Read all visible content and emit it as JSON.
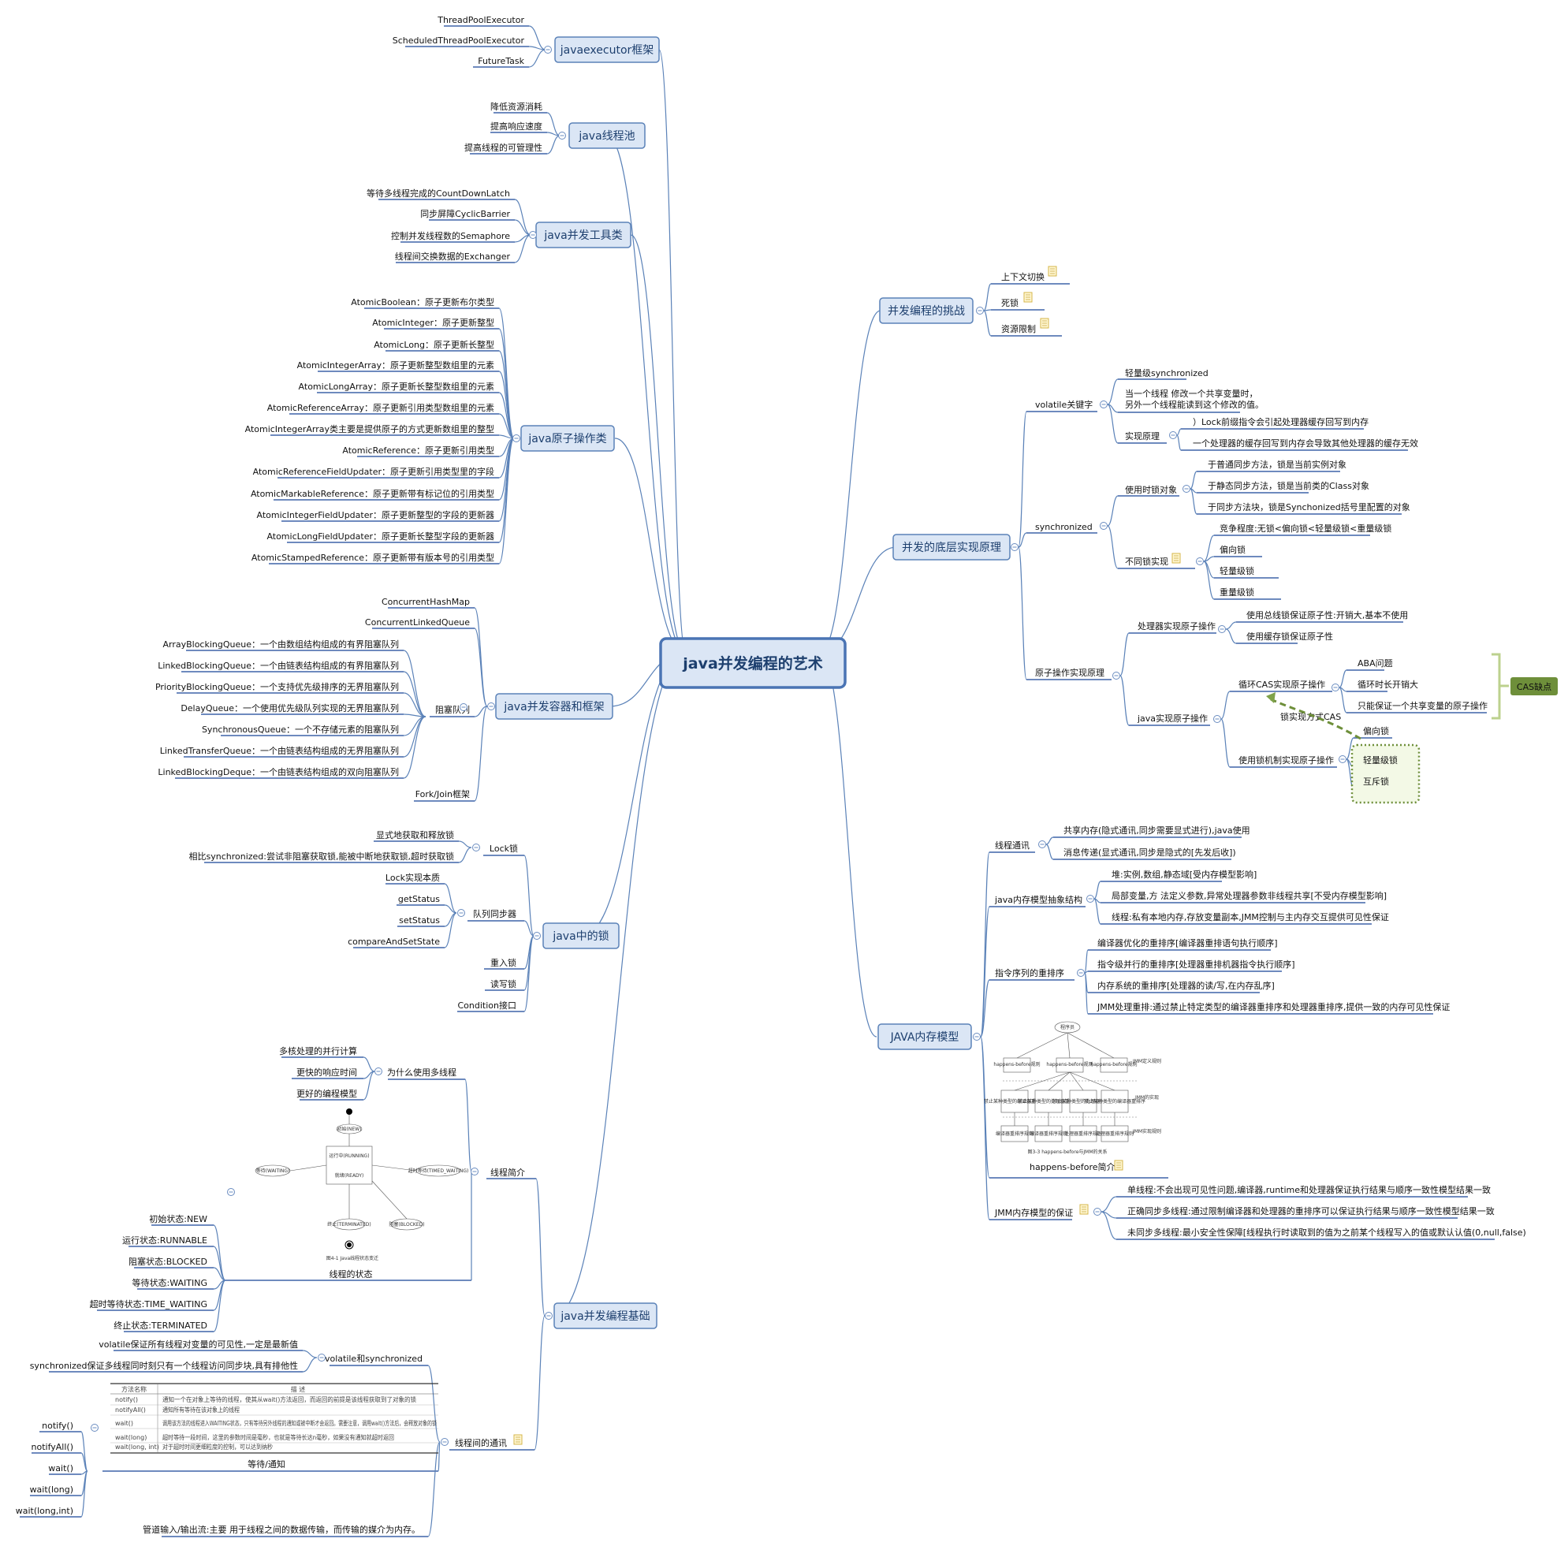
{
  "root": {
    "label": "java并发编程的艺术"
  },
  "left_branches": [
    {
      "label": "javaexecutor框架",
      "leaves": [
        "ThreadPoolExecutor",
        "ScheduledThreadPoolExecutor",
        "FutureTask"
      ]
    },
    {
      "label": "java线程池",
      "leaves": [
        "降低资源消耗",
        "提高响应速度",
        "提高线程的可管理性"
      ]
    },
    {
      "label": "java并发工具类",
      "leaves": [
        "等待多线程完成的CountDownLatch",
        "同步屏障CyclicBarrier",
        "控制并发线程数的Semaphore",
        "线程间交换数据的Exchanger"
      ]
    },
    {
      "label": "java原子操作类",
      "leaves": [
        "AtomicBoolean：原子更新布尔类型",
        "AtomicInteger：原子更新整型",
        "AtomicLong：原子更新长整型",
        "AtomicIntegerArray：原子更新整型数组里的元素",
        "AtomicLongArray：原子更新长整型数组里的元素",
        "AtomicReferenceArray：原子更新引用类型数组里的元素",
        "AtomicIntegerArray类主要是提供原子的方式更新数组里的整型",
        "AtomicReference：原子更新引用类型",
        "AtomicReferenceFieldUpdater：原子更新引用类型里的字段",
        "AtomicMarkableReference：原子更新带有标记位的引用类型",
        "AtomicIntegerFieldUpdater：原子更新整型的字段的更新器",
        "AtomicLongFieldUpdater：原子更新长整型字段的更新器",
        "AtomicStampedReference：原子更新带有版本号的引用类型"
      ]
    },
    {
      "label": "java并发容器和框架",
      "top": [
        "ConcurrentHashMap",
        "ConcurrentLinkedQueue"
      ],
      "queue_label": "阻塞队列",
      "queues": [
        "ArrayBlockingQueue：一个由数组结构组成的有界阻塞队列",
        "LinkedBlockingQueue：一个由链表结构组成的有界阻塞队列",
        "PriorityBlockingQueue：一个支持优先级排序的无界阻塞队列",
        "DelayQueue：一个使用优先级队列实现的无界阻塞队列",
        "SynchronousQueue：一个不存储元素的阻塞队列",
        "LinkedTransferQueue：一个由链表结构组成的无界阻塞队列",
        "LinkedBlockingDeque：一个由链表结构组成的双向阻塞队列"
      ],
      "bottom": "Fork/Join框架"
    },
    {
      "label": "java中的锁",
      "lock": {
        "label": "Lock锁",
        "leaves": [
          "显式地获取和释放锁",
          "相比synchronized:尝试非阻塞获取锁,能被中断地获取锁,超时获取锁"
        ]
      },
      "sync": {
        "label": "队列同步器",
        "leaves": [
          "Lock实现本质",
          "getStatus",
          "setStatus",
          "compareAndSetState"
        ]
      },
      "others": [
        "重入锁",
        "读写锁",
        "Condition接口"
      ]
    },
    {
      "label": "java并发编程基础",
      "intro": {
        "label": "线程简介",
        "why": {
          "label": "为什么使用多线程",
          "leaves": [
            "多核处理的并行计算",
            "更快的响应时间",
            "更好的编程模型"
          ]
        },
        "states": {
          "label": "线程的状态",
          "leaves": [
            "初始状态:NEW",
            "运行状态:RUNNABLE",
            "阻塞状态:BLOCKED",
            "等待状态:WAITING",
            "超时等待状态:TIME_WAITING",
            "终止状态:TERMINATED"
          ]
        }
      },
      "comm": {
        "label": "线程间的通讯",
        "vs": {
          "label": "volatile和synchronized",
          "leaves": [
            "volatile保证所有线程对变量的可见性,一定是最新值",
            "synchronized保证多线程同时刻只有一个线程访问同步块,具有排他性"
          ]
        },
        "wait": {
          "label": "等待/通知",
          "leaves": [
            "notify()",
            "notifyAll()",
            "wait()",
            "wait(long)",
            "wait(long,int)"
          ]
        },
        "pipe": "管道输入/输出流:主要 用于线程之间的数据传输，而传输的媒介为内存。"
      }
    }
  ],
  "right_branches": {
    "challenge": {
      "label": "并发编程的挑战",
      "leaves": [
        "上下文切换",
        "死锁",
        "资源限制"
      ]
    },
    "impl": {
      "label": "并发的底层实现原理",
      "volatile": {
        "label": "volatile关键字",
        "leaves": [
          "轻量级synchronized",
          "当一个线程 修改一个共享变量时，",
          "另外一个线程能读到这个修改的值。"
        ],
        "principle": {
          "label": "实现原理",
          "leaves": [
            "）Lock前缀指令会引起处理器缓存回写到内存",
            "一个处理器的缓存回写到内存会导致其他处理器的缓存无效"
          ]
        }
      },
      "synchronized": {
        "label": "synchronized",
        "objects": {
          "label": "使用时锁对象",
          "leaves": [
            "于普通同步方法，锁是当前实例对象",
            "于静态同步方法，锁是当前类的Class对象",
            "于同步方法块，锁是Synchonized括号里配置的对象"
          ]
        },
        "locks": {
          "label": "不同锁实现",
          "leaves": [
            "竞争程度:无锁<偏向锁<轻量级锁<重量级锁",
            "偏向锁",
            "轻量级锁",
            "重量级锁"
          ]
        }
      },
      "atomic": {
        "label": "原子操作实现原理",
        "cpu": {
          "label": "处理器实现原子操作",
          "leaves": [
            "使用总线锁保证原子性:开销大,基本不使用",
            "使用缓存锁保证原子性"
          ]
        },
        "java": {
          "label": "java实现原子操作",
          "cas": {
            "label": "循环CAS实现原子操作",
            "leaves": [
              "ABA问题",
              "循环时长开销大",
              "只能保证一个共享变量的原子操作"
            ]
          },
          "lockmech": {
            "label": "使用锁机制实现原子操作",
            "leaves": [
              "偏向锁",
              "轻量级锁",
              "互斥锁"
            ]
          },
          "cas_note": "锁实现方式CAS",
          "cas_issue": "CAS缺点"
        }
      }
    },
    "jmm": {
      "label": "JAVA内存模型",
      "comm": {
        "label": "线程通讯",
        "leaves": [
          "共享内存(隐式通讯,同步需要显式进行),java使用",
          "消息传递(显式通讯,同步是隐式的[先发后收])"
        ]
      },
      "abstract": {
        "label": "java内存模型抽象结构",
        "leaves": [
          "堆:实例,数组,静态域[受内存模型影响]",
          "局部变量,方 法定义参数,异常处理器参数非线程共享[不受内存模型影响]",
          "线程:私有本地内存,存放变量副本,JMM控制与主内存交互提供可见性保证"
        ]
      },
      "reorder": {
        "label": "指令序列的重排序",
        "leaves": [
          "编译器优化的重排序[编译器重排语句执行顺序]",
          "指令级并行的重排序[处理器重排机器指令执行顺序]",
          "内存系统的重排序[处理器的读/写,在内存乱序]",
          "JMM处理重排:通过禁止特定类型的编译器重排序和处理器重排序,提供一致的内存可见性保证"
        ]
      },
      "hb": {
        "label": "happens-before简介"
      },
      "guarantee": {
        "label": "JMM内存模型的保证",
        "leaves": [
          "单线程:不会出现可见性问题,编译器,runtime和处理器保证执行结果与顺序一致性模型结果一致",
          "正确同步多线程:通过限制编译器和处理器的重排序可以保证执行结果与顺序一致性模型结果一致",
          "未同步多线程:最小安全性保障[线程执行时读取到的值为之前某个线程写入的值或默认认值(0,null,false)"
        ]
      }
    }
  },
  "images": {
    "hb_figure": {
      "caption": "图3-3 happens-before与JMM的关系",
      "top": "程序员",
      "rules": [
        "happens-before规则",
        "happens-before规则",
        "happens-before规则"
      ],
      "mid": [
        "禁止某种类型的编译器重排序",
        "禁止某种类型的处理器重排序",
        "禁止某种类型的处理器重排序",
        "禁止某种类型的编译器重排序"
      ],
      "bottom": [
        "编译器重排序规则",
        "编译器重排序规则",
        "处理器重排序规则",
        "处理器重排序规则"
      ],
      "side": [
        "JMM定义规则",
        "JMM的实现",
        "JMM实现规则"
      ]
    },
    "state_figure": {
      "caption": "图4-1 Java线程状态变迁",
      "states": [
        "初始(NEW)",
        "运行中(RUNNING)",
        "就绪(READY)",
        "等待(WAITING)",
        "超时等待(TIMED_WAITING)",
        "阻塞(BLOCKED)",
        "终止(TERMINATED)"
      ]
    },
    "method_table": {
      "headers": [
        "方法名称",
        "描 述"
      ],
      "rows": [
        [
          "notify()",
          "通知一个在对象上等待的线程，使其从wait()方法返回，而返回的前提是该线程获取到了对象的锁"
        ],
        [
          "notifyAll()",
          "通知所有等待在该对象上的线程"
        ],
        [
          "wait()",
          "调用该方法的线程进入WAITING状态，只有等待另外线程的通知或被中断才会返回。需要注意，调用wait()方法后，会释放对象的锁"
        ],
        [
          "wait(long)",
          "超时等待一段时间，这里的参数时间是毫秒，也就是等待长达n毫秒，如果没有通知就超时返回"
        ],
        [
          "wait(long, int)",
          "对于超时时间更细粒度的控制，可以达到纳秒"
        ]
      ]
    }
  },
  "colors": {
    "line": "#5b82b8",
    "underline": "#3e63a8",
    "box_fill": "#dbe6f5",
    "root_stroke": "#4a74b4",
    "note": "#fff7d2",
    "cas_tag": "#6e8f3a",
    "bracket": "#bcd18e",
    "dash": "#6e8f3a"
  }
}
